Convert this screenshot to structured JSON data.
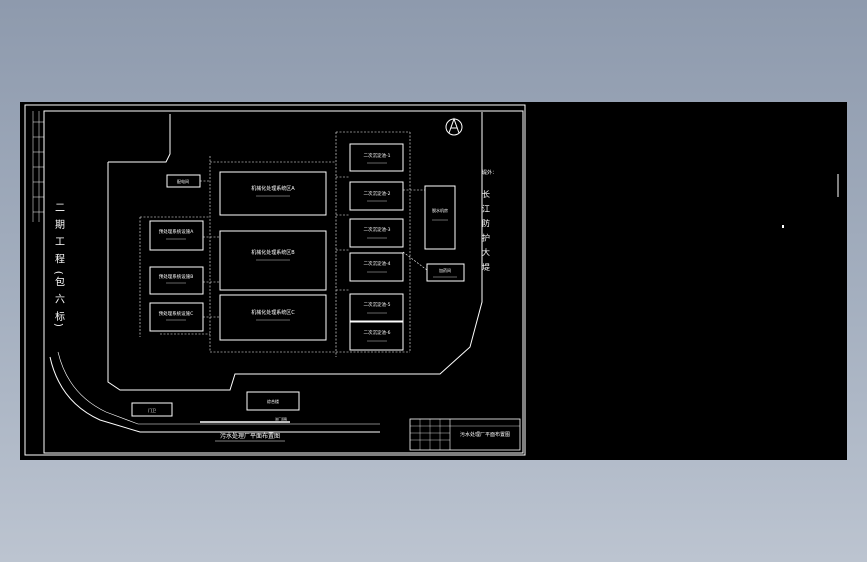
{
  "drawing": {
    "north_symbol": "A",
    "vertical_label_left": "二 期 工 程 (包 六 标)",
    "vertical_label_right": "长 江 防 护 大 堤",
    "side_note": "堤外：",
    "buildings_center": [
      "机械化处理系统区A",
      "机械化处理系统区B",
      "机械化处理系统区C"
    ],
    "buildings_left": [
      "预处理系统设施A",
      "预处理系统设施B",
      "预处理系统设施C"
    ],
    "buildings_right": [
      "二次沉淀池-1",
      "二次沉淀池-2",
      "二次沉淀池-3",
      "二次沉淀池-4",
      "二次沉淀池-5",
      "二次沉淀池-6"
    ],
    "building_far_right": "脱水机房",
    "small_box_top_left": "配电间",
    "small_box_right": "加药间",
    "bottom_box_left": "门卫",
    "bottom_box_center": "综合楼",
    "road_label": "进厂道路",
    "caption": "污水处理厂平面布置图",
    "title_block_text": "污水处理厂平面布置图"
  }
}
